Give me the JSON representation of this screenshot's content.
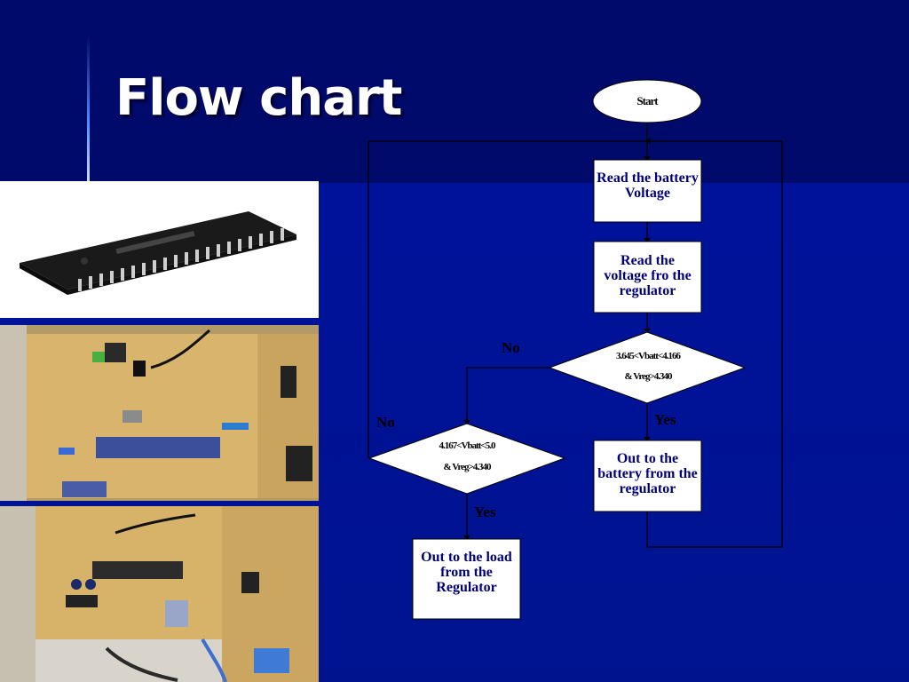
{
  "slide": {
    "title": "Flow chart"
  },
  "photos": {
    "chip_alt": "microcontroller-chip-photo",
    "board1_alt": "circuit-board-photo",
    "board2_alt": "circuit-board-photo"
  },
  "flowchart": {
    "start": "Start",
    "read_battery": "Read the battery Voltage",
    "read_regulator": "Read the voltage fro the regulator",
    "decision1_line1": "3.645<Vbatt<4.166",
    "decision1_line2": "& Vreg>4.340",
    "decision2_line1": "4.167<Vbatt<5.0",
    "decision2_line2": "& Vreg>4.340",
    "out_battery": "Out to the battery from the regulator",
    "out_load": "Out to the load from the Regulator",
    "label_no1": "No",
    "label_no2": "No",
    "label_yes1": "Yes",
    "label_yes2": "Yes"
  },
  "colors": {
    "slide_background": "#00129a",
    "title_text": "#ffffff",
    "box_text": "#00007a"
  }
}
